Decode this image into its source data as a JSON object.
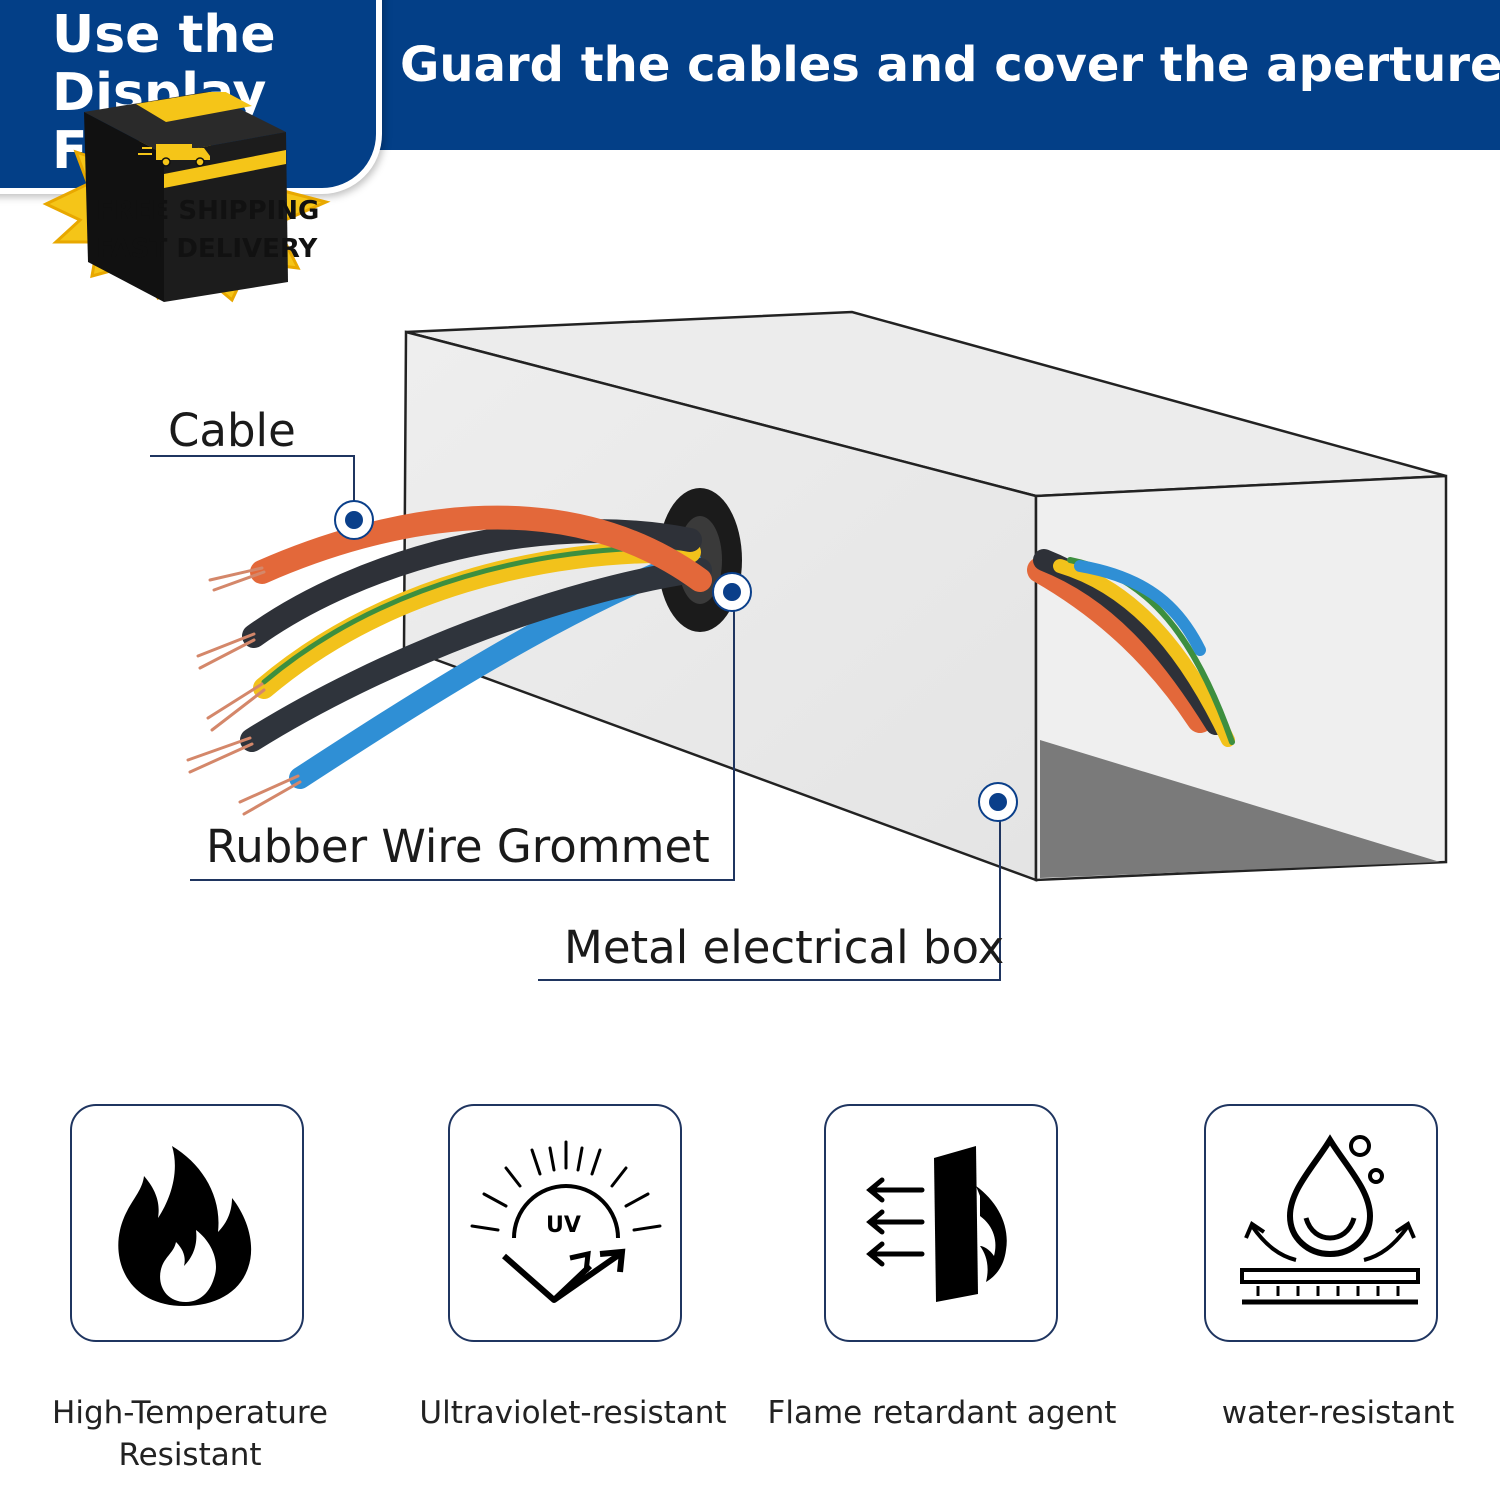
{
  "header": {
    "title": "Guard the cables and cover the apertures",
    "corner_text": "Use the Display Fu",
    "bg_color": "#033f87"
  },
  "badge": {
    "line1": "FREE SHIPPING",
    "line2": "FAST DELIVERY",
    "icon": "delivery-truck-icon",
    "colors": {
      "box": "#1c1c1c",
      "burst": "#f5c518"
    }
  },
  "diagram": {
    "labels": {
      "cable": "Cable",
      "grommet": "Rubber Wire Grommet",
      "box": "Metal electrical box"
    },
    "wire_colors": [
      "#e3683a",
      "#2e3138",
      "#f2c21b",
      "#3d8f3f",
      "#2f343c",
      "#2f8fd5"
    ],
    "marker_color": "#0a3f8a"
  },
  "features": [
    {
      "icon": "fire-icon",
      "label": "High-Temperature Resistant"
    },
    {
      "icon": "uv-sun-icon",
      "label": "Ultraviolet-resistant"
    },
    {
      "icon": "flame-barrier-icon",
      "label": "Flame retardant agent"
    },
    {
      "icon": "water-drop-icon",
      "label": "water-resistant"
    }
  ]
}
